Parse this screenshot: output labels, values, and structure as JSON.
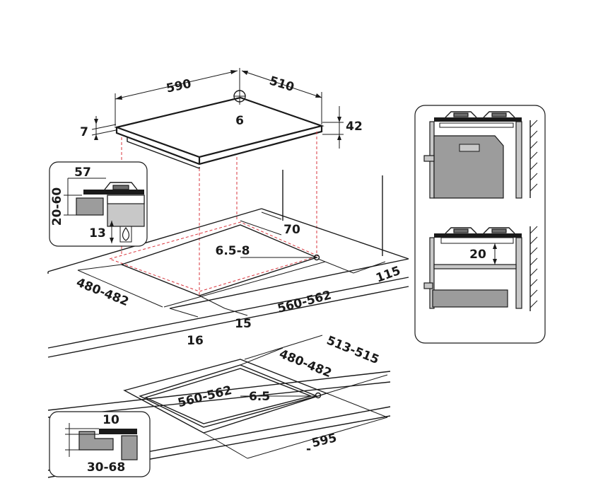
{
  "colors": {
    "line": "#1a1a1a",
    "cutout_guide": "#d9353d",
    "panel_gray": "#9c9c9c",
    "panel_dark_gray": "#6d6d6d"
  },
  "icons": {
    "gas_flame": "gas-flame-icon"
  },
  "hob": {
    "width": "590",
    "depth": "510",
    "height_left": "7",
    "height_right": "42",
    "gas_connection": "6"
  },
  "cutout_top": {
    "depth": "480-482",
    "width": "560-562",
    "corner_radius": "6.5-8",
    "rear_clearance": "70",
    "side_clearance": "115",
    "front_offset_a": "16",
    "front_offset_b": "15"
  },
  "cutout_flush": {
    "outer_depth": "513-515",
    "inner_depth": "480-482",
    "inner_width": "560-562",
    "corner_radius": "6.5",
    "outer_width": "595"
  },
  "detail_side": {
    "top": "57",
    "height": "20-60",
    "bottom": "13"
  },
  "detail_flush": {
    "step": "10",
    "thickness": "30-68"
  },
  "installation_panel": {
    "gap": "20"
  }
}
